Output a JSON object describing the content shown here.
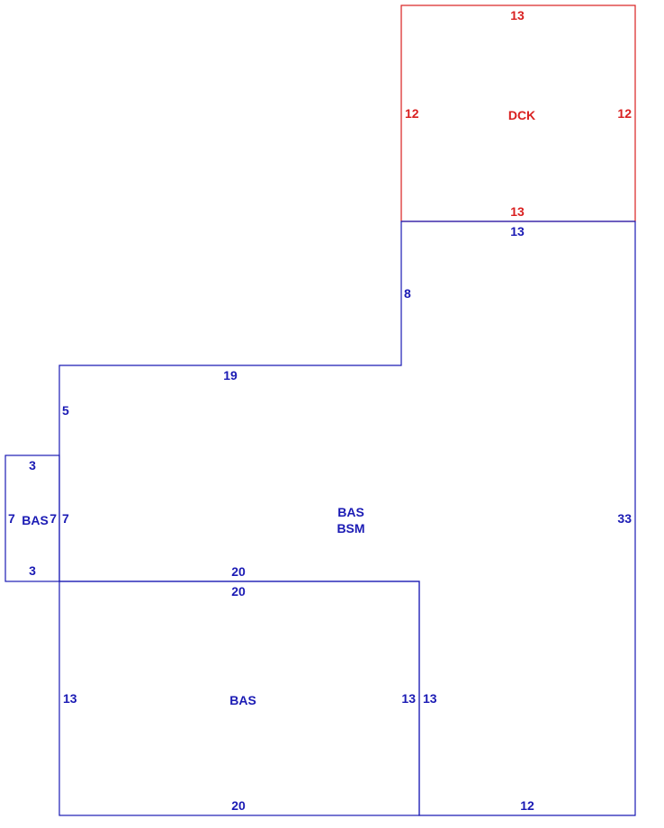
{
  "colors": {
    "main": "#1a1ab4",
    "deck": "#d92020",
    "background": "#ffffff"
  },
  "areas": {
    "deck": "DCK",
    "main_upper": "BAS",
    "main_lower": "BSM",
    "front_room": "BAS",
    "side_bump": "BAS"
  },
  "dimensions": {
    "deck_top": "13",
    "deck_left": "12",
    "deck_right": "12",
    "deck_bottom": "13",
    "main_top_right": "13",
    "main_notch_vertical": "8",
    "main_top_left": "19",
    "main_left_upper": "5",
    "main_left_bump": "7",
    "main_right": "33",
    "main_front_top": "20",
    "main_bottom_right": "12",
    "bump_top": "3",
    "bump_left": "7",
    "bump_right": "7",
    "bump_bottom": "3",
    "front_top": "20",
    "front_left": "13",
    "front_right": "13",
    "front_bottom": "20",
    "main_front_right": "13"
  }
}
